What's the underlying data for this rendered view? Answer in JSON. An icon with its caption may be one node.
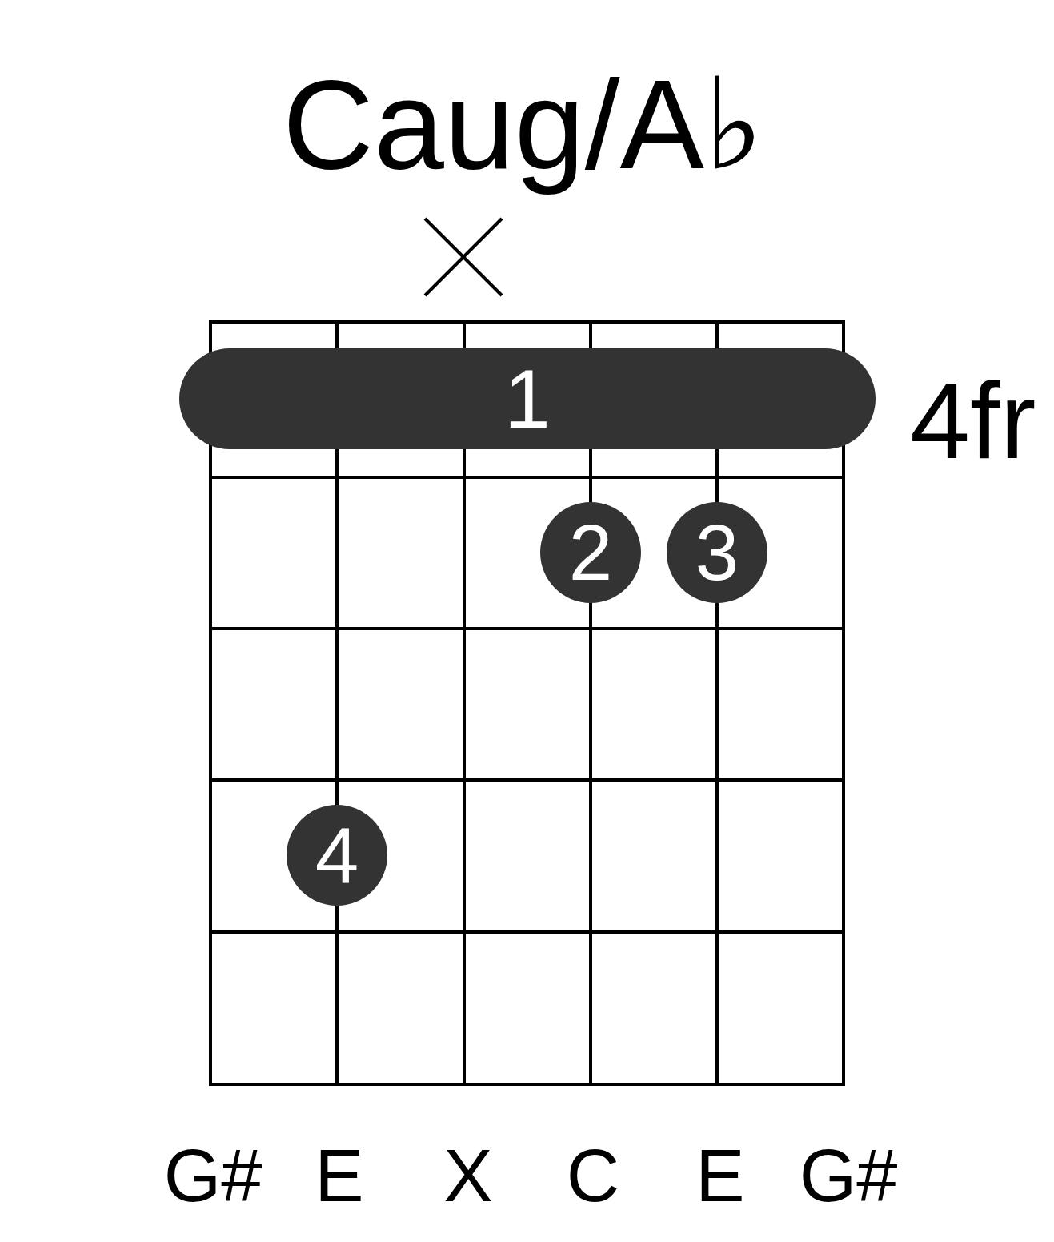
{
  "diagram": {
    "title": "Caug/A♭",
    "nodes": [
      {
        "text": [
          "1"
        ]
      },
      {
        "text": [
          "2"
        ]
      },
      {
        "text": [
          "3"
        ]
      },
      {
        "text": [
          "4"
        ]
      }
    ],
    "labels": [
      "4fr",
      "G#",
      "E",
      "X",
      "C",
      "E",
      "G#"
    ]
  }
}
